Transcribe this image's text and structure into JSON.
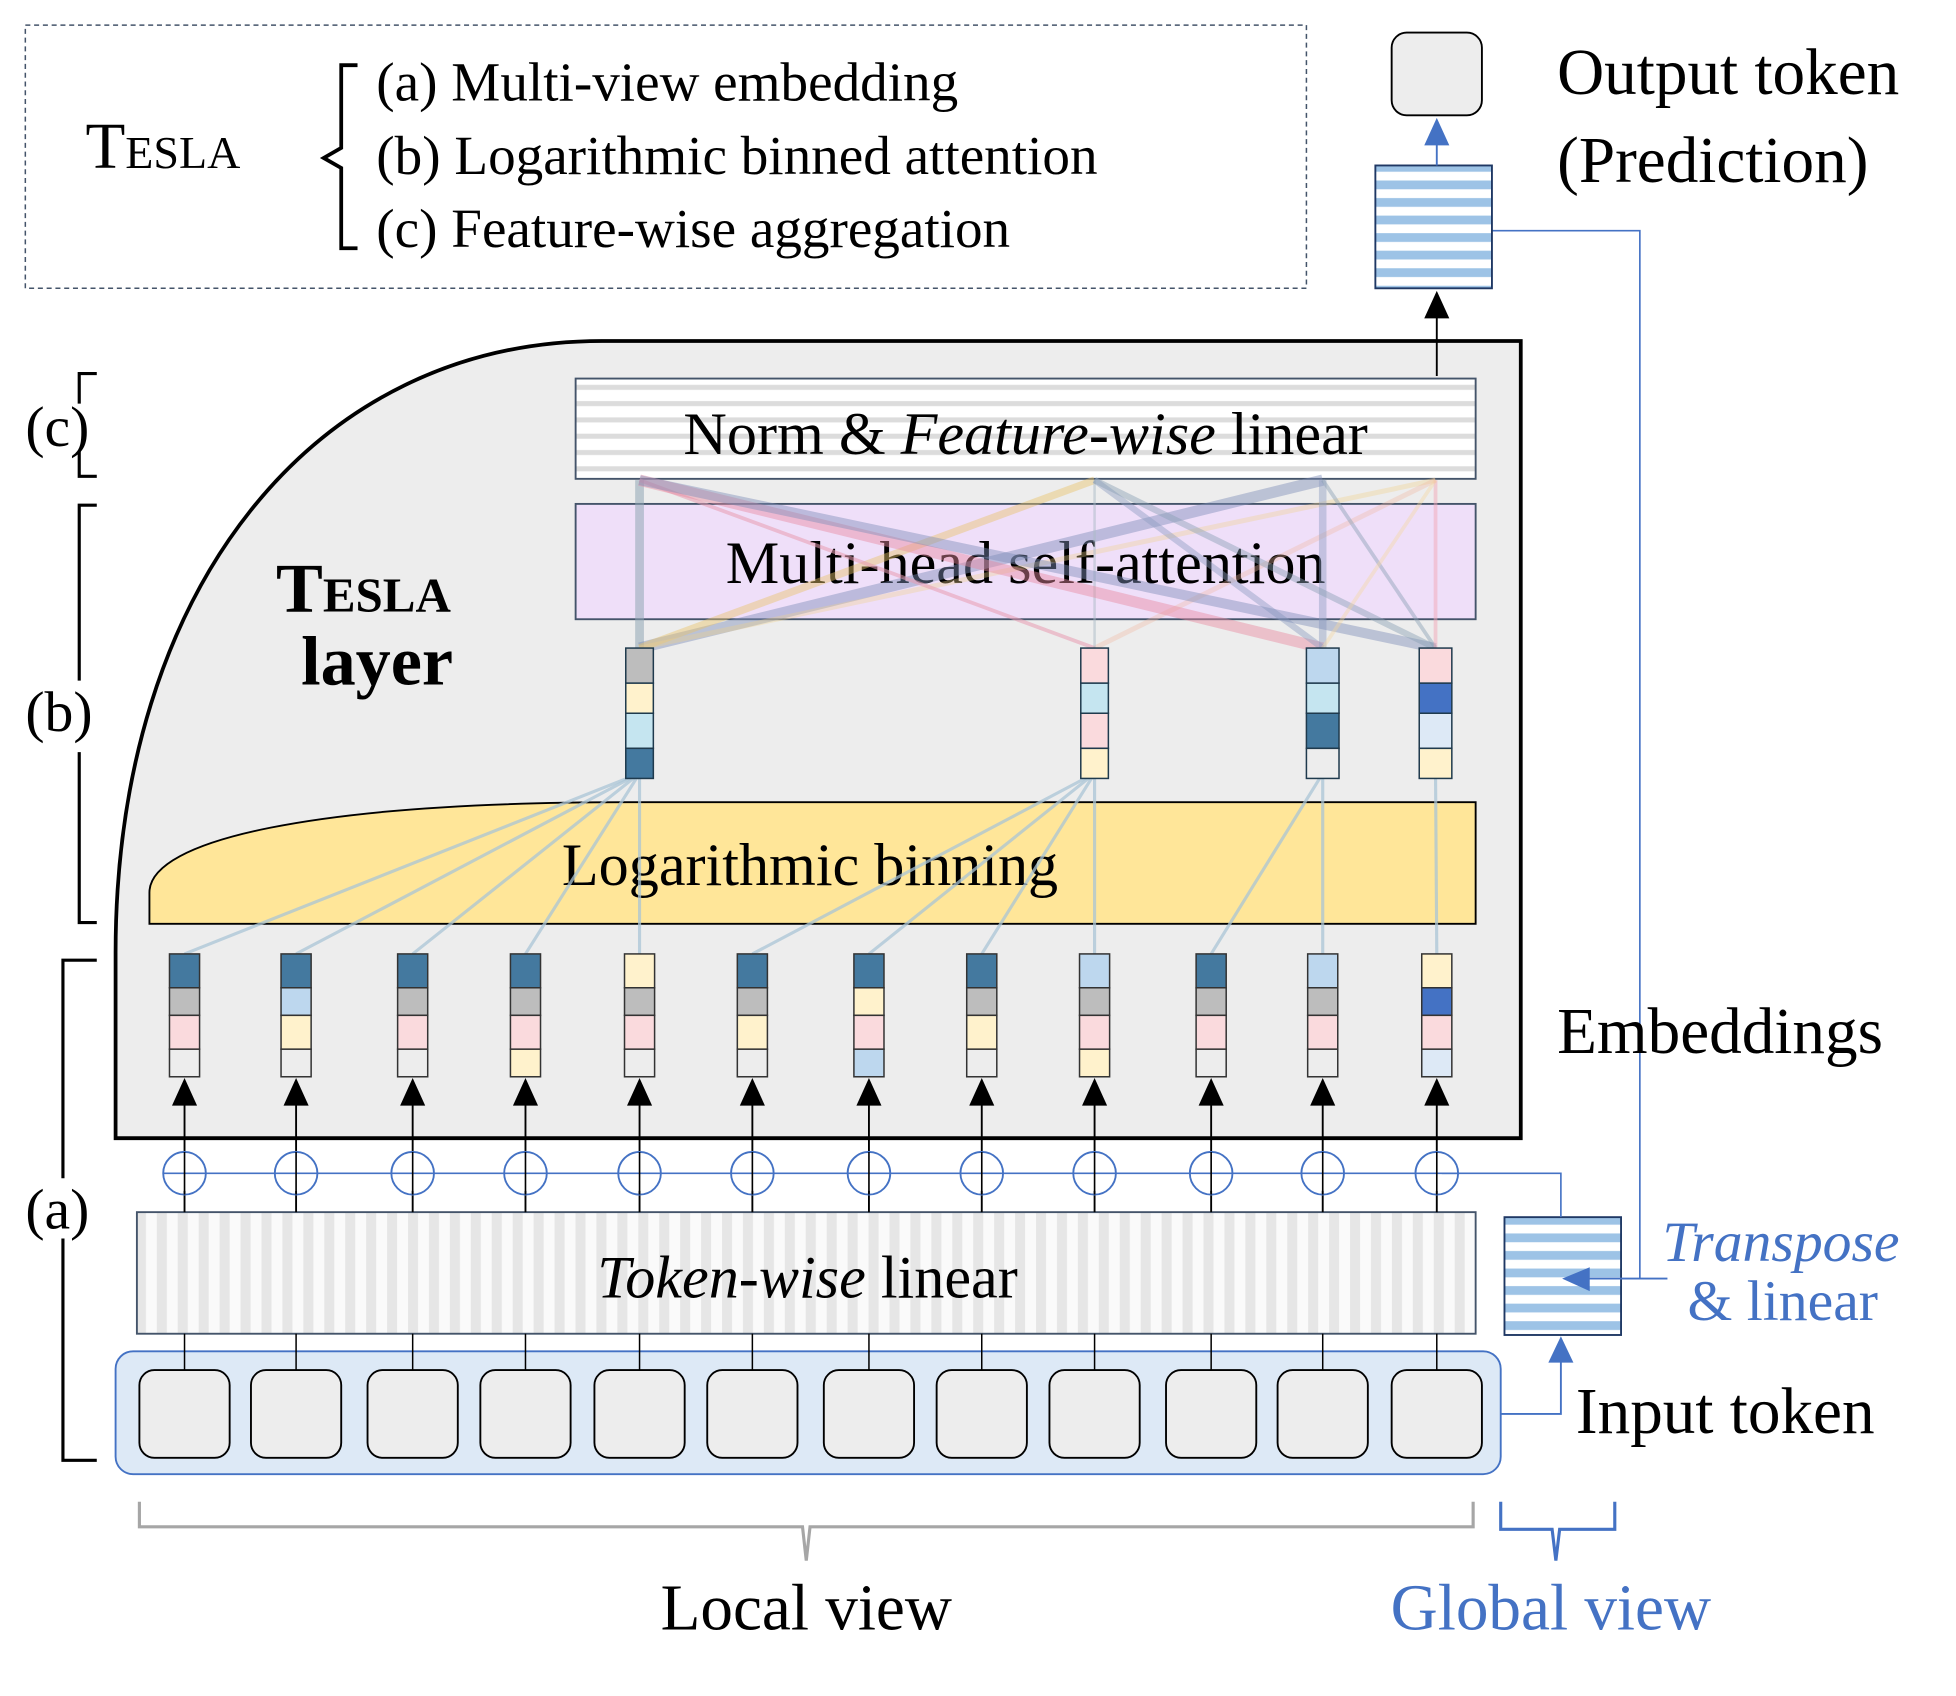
{
  "legend": {
    "title": "Tesla",
    "items": [
      "(a) Multi-view embedding",
      "(b) Logarithmic binned attention",
      "(c) Feature-wise aggregation"
    ]
  },
  "layer": {
    "title_line1": "Tesla",
    "title_line2": "layer",
    "norm_block": {
      "prefix": "Norm & ",
      "italic": "Feature-wise",
      "suffix": " linear"
    },
    "attention_block": "Multi-head self-attention",
    "binning_block": "Logarithmic binning"
  },
  "section_labels": {
    "a": "(a)",
    "b": "(b)",
    "c": "(c)"
  },
  "token_linear": {
    "italic": "Token",
    "dash": "-",
    "italic2": "wise",
    "suffix": " linear"
  },
  "labels": {
    "output_line1": "Output token",
    "output_line2": "(Prediction)",
    "embeddings": "Embeddings",
    "transpose_line1": "Transpose",
    "transpose_line2": "& linear",
    "input_token": "Input token",
    "local_view": "Local view",
    "global_view": "Global view"
  },
  "palette": {
    "dark": "#44799f",
    "gray": "#bdbdbd",
    "pink": "#fadadd",
    "white": "#ededed",
    "yellow": "#fff2cc",
    "lightblue": "#bdd7ee",
    "sky": "#c5e5f0",
    "blue": "#4472c4",
    "paleblue": "#dde9f6",
    "accent": "#4472c4",
    "binning": "#ffe699",
    "attention": "#eedcfa"
  },
  "embeddings": [
    [
      "dark",
      "gray",
      "pink",
      "white"
    ],
    [
      "dark",
      "lightblue",
      "yellow",
      "white"
    ],
    [
      "dark",
      "gray",
      "pink",
      "white"
    ],
    [
      "dark",
      "gray",
      "pink",
      "yellow"
    ],
    [
      "yellow",
      "gray",
      "pink",
      "white"
    ],
    [
      "dark",
      "gray",
      "yellow",
      "white"
    ],
    [
      "dark",
      "yellow",
      "pink",
      "lightblue"
    ],
    [
      "dark",
      "gray",
      "yellow",
      "white"
    ],
    [
      "lightblue",
      "gray",
      "pink",
      "yellow"
    ],
    [
      "dark",
      "gray",
      "pink",
      "white"
    ],
    [
      "lightblue",
      "gray",
      "pink",
      "white"
    ],
    [
      "yellow",
      "blue",
      "pink",
      "paleblue"
    ]
  ],
  "bins": [
    {
      "cells": [
        "gray",
        "yellow",
        "sky",
        "dark"
      ],
      "sources": [
        0,
        1,
        2,
        3,
        4
      ]
    },
    {
      "cells": [
        "pink",
        "sky",
        "pink",
        "yellow"
      ],
      "sources": [
        5,
        6,
        7,
        8
      ]
    },
    {
      "cells": [
        "lightblue",
        "sky",
        "dark",
        "white"
      ],
      "sources": [
        9,
        10
      ]
    },
    {
      "cells": [
        "pink",
        "blue",
        "paleblue",
        "yellow"
      ],
      "sources": [
        11
      ]
    }
  ],
  "token_count": 12
}
